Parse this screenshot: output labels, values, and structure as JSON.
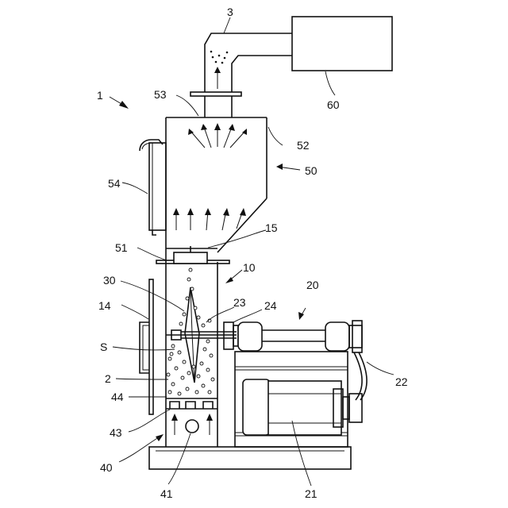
{
  "labels": {
    "l1": "1",
    "l2": "2",
    "l3": "3",
    "l10": "10",
    "l14": "14",
    "l15": "15",
    "l20": "20",
    "l21": "21",
    "l22": "22",
    "l23": "23",
    "l24": "24",
    "l30": "30",
    "l40": "40",
    "l41": "41",
    "l43": "43",
    "l44": "44",
    "l50": "50",
    "l51": "51",
    "l52": "52",
    "l53": "53",
    "l54": "54",
    "l60": "60",
    "lS": "S"
  }
}
